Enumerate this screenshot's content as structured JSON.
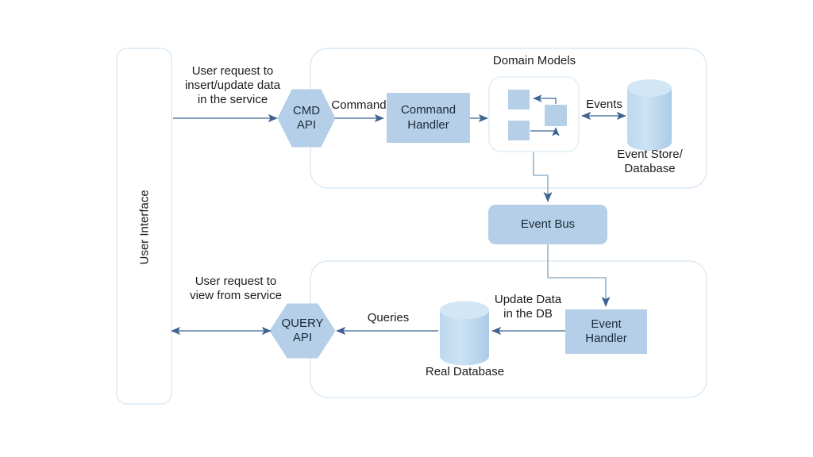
{
  "diagram": {
    "title": "CQRS / Event Sourcing architecture",
    "colors": {
      "shape_fill": "#b4cfe7",
      "shape_fill_light": "#c6dcef",
      "cylinder_top": "#d3e6f5",
      "container_stroke": "#dce9f3",
      "arrow": "#5b7fa6",
      "text": "#1b1b1b"
    },
    "containers": [
      {
        "id": "user-interface",
        "label": "User Interface",
        "orientation": "vertical"
      },
      {
        "id": "command-side",
        "label": ""
      },
      {
        "id": "query-side",
        "label": ""
      },
      {
        "id": "domain-models",
        "label": "Domain Models"
      }
    ],
    "nodes": [
      {
        "id": "cmd-api",
        "label": "CMD\nAPI",
        "shape": "hexagon"
      },
      {
        "id": "command-handler",
        "label": "Command\nHandler",
        "shape": "rect"
      },
      {
        "id": "domain-models-box",
        "label": "",
        "shape": "rounded-rect"
      },
      {
        "id": "event-store",
        "label": "Event Store/\nDatabase",
        "shape": "cylinder"
      },
      {
        "id": "event-bus",
        "label": "Event Bus",
        "shape": "rounded-rect"
      },
      {
        "id": "event-handler",
        "label": "Event\nHandler",
        "shape": "rect"
      },
      {
        "id": "real-database",
        "label": "Real Database",
        "shape": "cylinder"
      },
      {
        "id": "query-api",
        "label": "QUERY\nAPI",
        "shape": "hexagon"
      }
    ],
    "edge_labels": [
      {
        "id": "user-insert-request",
        "text": "User request to\ninsert/update data\nin the service"
      },
      {
        "id": "command",
        "text": "Command"
      },
      {
        "id": "events",
        "text": "Events"
      },
      {
        "id": "update-data",
        "text": "Update Data\nin the DB"
      },
      {
        "id": "queries",
        "text": "Queries"
      },
      {
        "id": "user-view-request",
        "text": "User request to\nview from service"
      }
    ],
    "labels": {
      "user_interface": "User Interface",
      "domain_models": "Domain Models",
      "cmd_api_line1": "CMD",
      "cmd_api_line2": "API",
      "command": "Command",
      "command_handler_line1": "Command",
      "command_handler_line2": "Handler",
      "events": "Events",
      "event_store_line1": "Event Store/",
      "event_store_line2": "Database",
      "event_bus": "Event Bus",
      "event_handler_line1": "Event",
      "event_handler_line2": "Handler",
      "update_data_line1": "Update Data",
      "update_data_line2": "in the DB",
      "real_database": "Real Database",
      "queries": "Queries",
      "query_api_line1": "QUERY",
      "query_api_line2": "API",
      "user_insert_line1": "User request to",
      "user_insert_line2": "insert/update data",
      "user_insert_line3": "in the service",
      "user_view_line1": "User request to",
      "user_view_line2": "view from service"
    }
  }
}
